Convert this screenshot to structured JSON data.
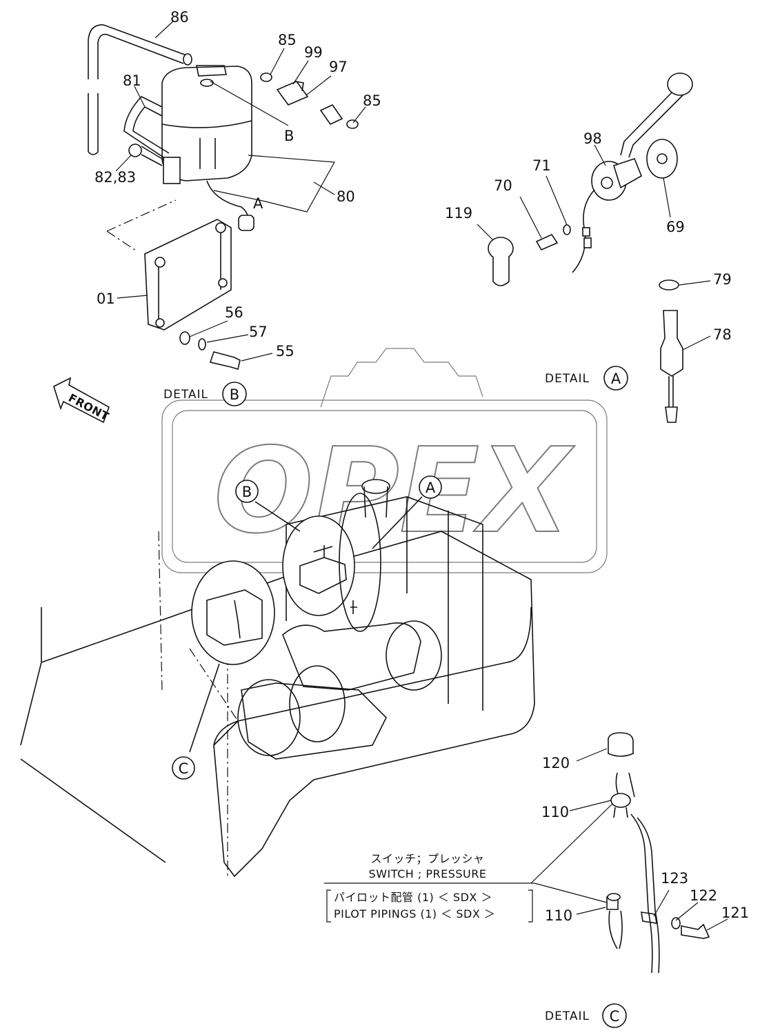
{
  "watermark": {
    "text": "OPEX"
  },
  "part_numbers": {
    "p86": "86",
    "p85a": "85",
    "p99": "99",
    "p97": "97",
    "p85b": "85",
    "p81": "81",
    "p82_83": "82,83",
    "p80": "80",
    "pB": "B",
    "pA": "A",
    "p01": "01",
    "p56": "56",
    "p57": "57",
    "p55": "55",
    "p98": "98",
    "p71": "71",
    "p70": "70",
    "p119": "119",
    "p69": "69",
    "p79": "79",
    "p78": "78",
    "p120": "120",
    "p110a": "110",
    "p110b": "110",
    "p123": "123",
    "p122": "122",
    "p121": "121"
  },
  "details": {
    "a": {
      "label": "DETAIL",
      "letter": "A"
    },
    "b": {
      "label": "DETAIL",
      "letter": "B"
    },
    "c": {
      "label": "DETAIL",
      "letter": "C"
    }
  },
  "callouts": {
    "b": "B",
    "a": "A",
    "c": "C"
  },
  "front_arrow": "FRONT",
  "caption": {
    "jp_title": "スイッチ；プレッシャ",
    "en_title": "SWITCH ; PRESSURE",
    "jp_sub": "パイロット配管 (1) ＜ SDX ＞",
    "en_sub": "PILOT PIPINGS (1) ＜ SDX ＞"
  }
}
